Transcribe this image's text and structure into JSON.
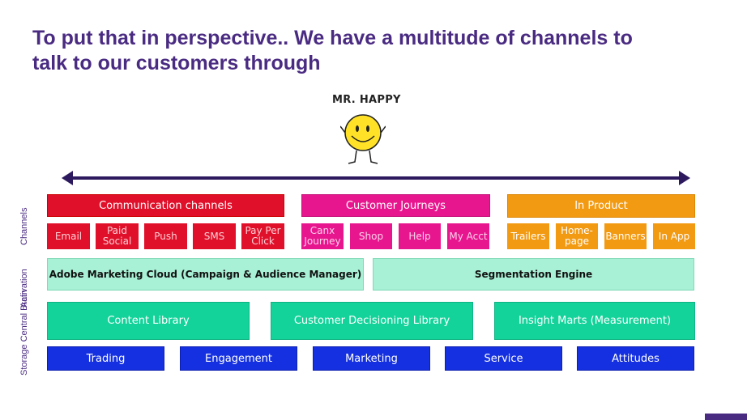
{
  "title": "To put that in perspective.. We have a multitude of channels to talk to our customers through",
  "mascot": {
    "name": "MR. HAPPY"
  },
  "side_labels": {
    "channels": "Channels",
    "activation": "Activation",
    "storage": "Storage Central Brain"
  },
  "headers": {
    "communication": "Communication channels",
    "journeys": "Customer Journeys",
    "product": "In Product"
  },
  "channels": {
    "communication": [
      "Email",
      "Paid Social",
      "Push",
      "SMS",
      "Pay Per Click"
    ],
    "journeys": [
      "Canx Journey",
      "Shop",
      "Help",
      "My Acct"
    ],
    "product": [
      "Trailers",
      "Home-page",
      "Banners",
      "In App"
    ]
  },
  "activation": {
    "adobe": "Adobe Marketing Cloud (Campaign & Audience Manager)",
    "segmentation": "Segmentation Engine"
  },
  "storage": {
    "content_library": "Content Library",
    "decisioning_library": "Customer Decisioning Library",
    "insight_marts": "Insight Marts (Measurement)"
  },
  "categories": [
    "Trading",
    "Engagement",
    "Marketing",
    "Service",
    "Attitudes"
  ],
  "colors": {
    "title": "#4a2b82",
    "communication": "#e0102a",
    "journeys": "#e8168e",
    "product": "#f29a12",
    "activation": "#a8f0d6",
    "storage": "#13d39a",
    "categories": "#1530e0"
  }
}
